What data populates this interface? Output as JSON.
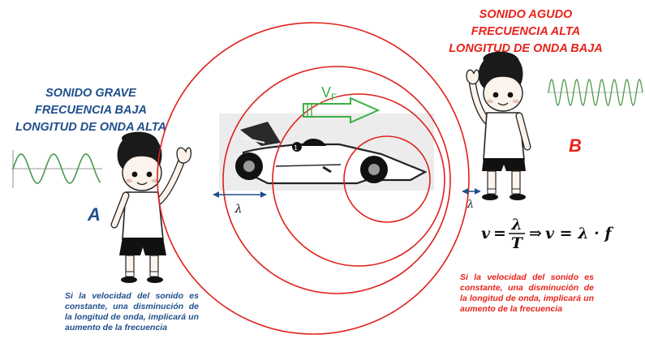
{
  "left_panel": {
    "title_lines": [
      "SONIDO GRAVE",
      "FRECUENCIA BAJA",
      "LONGITUD DE ONDA ALTA"
    ],
    "letter": "A",
    "note": "Si la velocidad del sonido es constante, una disminución de la longitud de onda, implicará un aumento de la frecuencia"
  },
  "right_panel": {
    "title_lines": [
      "SONIDO AGUDO",
      "FRECUENCIA ALTA",
      "LONGITUD DE ONDA BAJA"
    ],
    "letter": "B",
    "note": "Si la velocidad del sonido es constante, una disminución de la longitud de onda, implicará un aumento de la frecuencia"
  },
  "diagram": {
    "velocity_symbol": "V",
    "velocity_subscript": "F",
    "wavelength_symbol": "λ",
    "formula": {
      "v": "v",
      "eq": "=",
      "num": "λ",
      "den": "T",
      "arrow": "⇒",
      "rhs": "v = λ · f"
    }
  },
  "colors": {
    "blue_text": "#1f4e8c",
    "red_text": "#e8231a",
    "wavefront": "#e0201b",
    "velocity_arrow": "#3cb043",
    "wave_trace": "#4a9a4a",
    "wavelength_arrow": "#1f4e8c"
  },
  "icons": [
    "race-car-icon",
    "boy-waving-icon",
    "sine-wave-icon",
    "right-arrow-icon"
  ]
}
